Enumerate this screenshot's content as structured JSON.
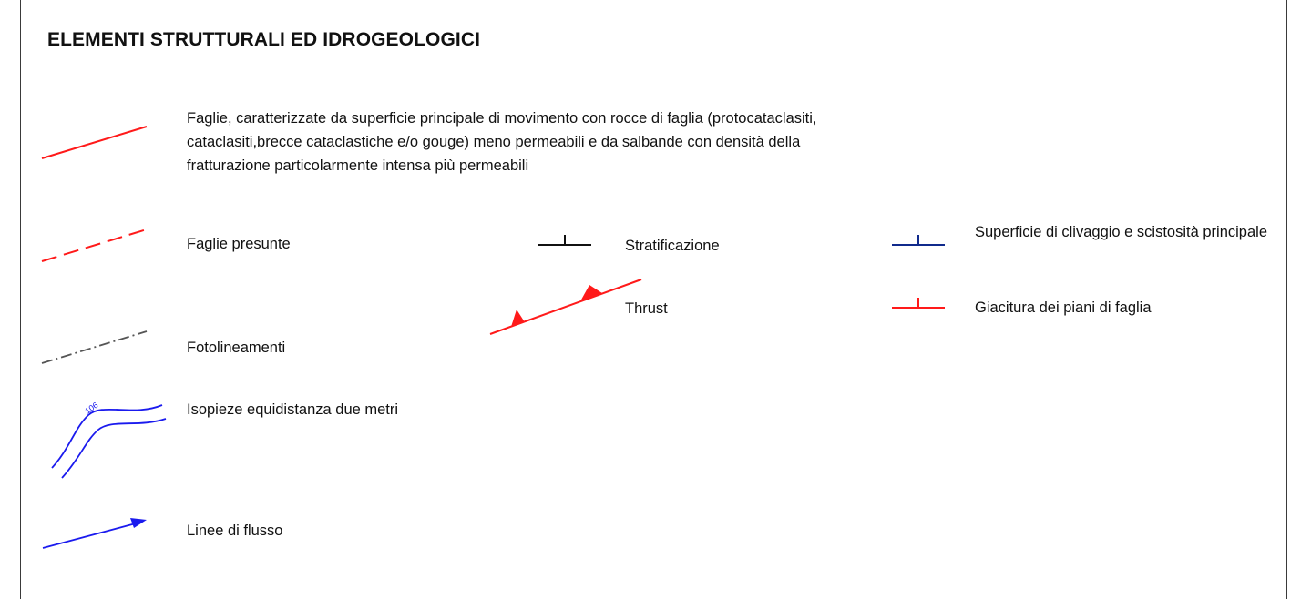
{
  "title": "ELEMENTI STRUTTURALI ED IDROGEOLOGICI",
  "legend": {
    "faglie": {
      "label": "Faglie, caratterizzate da superficie principale di movimento con rocce di faglia (protocataclasiti, cataclasiti,brecce cataclastiche e/o gouge) meno permeabili e da salbande con densità della fratturazione particolarmente intensa più permeabili",
      "icon": "solid-red-line-icon"
    },
    "faglie_presunte": {
      "label": "Faglie presunte",
      "icon": "dashed-red-line-icon"
    },
    "fotolineamenti": {
      "label": "Fotolineamenti",
      "icon": "dash-dot-gray-line-icon"
    },
    "isopieze": {
      "label": "Isopieze equidistanza due metri",
      "contour_value": "106",
      "icon": "blue-contour-lines-icon"
    },
    "linee_flusso": {
      "label": "Linee di flusso",
      "icon": "blue-arrow-icon"
    },
    "stratificazione": {
      "label": "Stratificazione",
      "icon": "black-dip-symbol-icon"
    },
    "thrust": {
      "label": "Thrust",
      "icon": "red-thrust-line-icon"
    },
    "clivaggio": {
      "label": "Superficie di clivaggio e scistosità principale",
      "icon": "blue-dip-symbol-icon"
    },
    "giacitura": {
      "label": "Giacitura dei piani di faglia",
      "icon": "red-dip-symbol-icon"
    }
  },
  "colors": {
    "red": "#ff1a1a",
    "blue": "#1a1aee",
    "dark_blue": "#102a8c",
    "gray": "#555555",
    "black": "#111111"
  }
}
